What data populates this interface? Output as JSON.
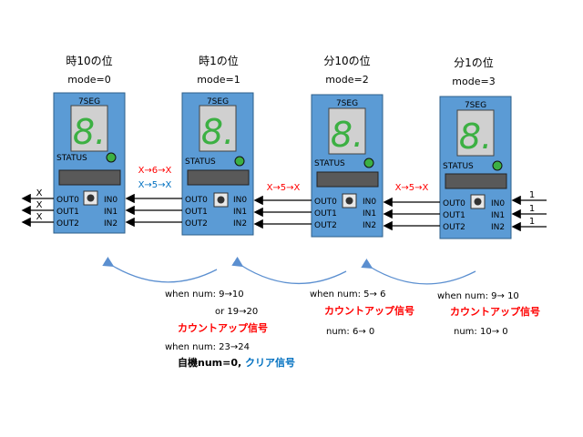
{
  "modules": [
    {
      "digit_label": "時10の位",
      "mode_label": "mode=0",
      "seg_label": "7SEG",
      "segment_glyph": "8.",
      "status_label": "STATUS",
      "out_labels": [
        "OUT0",
        "OUT1",
        "OUT2"
      ],
      "in_labels": [
        "IN0",
        "IN1",
        "IN2"
      ]
    },
    {
      "digit_label": "時1の位",
      "mode_label": "mode=1",
      "seg_label": "7SEG",
      "segment_glyph": "8.",
      "status_label": "STATUS",
      "out_labels": [
        "OUT0",
        "OUT1",
        "OUT2"
      ],
      "in_labels": [
        "IN0",
        "IN1",
        "IN2"
      ]
    },
    {
      "digit_label": "分10の位",
      "mode_label": "mode=2",
      "seg_label": "7SEG",
      "segment_glyph": "8.",
      "status_label": "STATUS",
      "out_labels": [
        "OUT0",
        "OUT1",
        "OUT2"
      ],
      "in_labels": [
        "IN0",
        "IN1",
        "IN2"
      ]
    },
    {
      "digit_label": "分1の位",
      "mode_label": "mode=3",
      "seg_label": "7SEG",
      "segment_glyph": "8.",
      "status_label": "STATUS",
      "out_labels": [
        "OUT0",
        "OUT1",
        "OUT2"
      ],
      "in_labels": [
        "IN0",
        "IN1",
        "IN2"
      ]
    }
  ],
  "left_outputs": [
    "X",
    "X",
    "X"
  ],
  "right_inputs": [
    "1",
    "1",
    "1"
  ],
  "link_labels": {
    "link1_red": "X→6→X",
    "link1_blue": "X→5→X",
    "link2_red": "X→5→X",
    "link3_red": "X→5→X"
  },
  "notes": {
    "hour1_line1": "when num: 9→10",
    "hour1_line2": "or 19→20",
    "hour1_signal": "カウントアップ信号",
    "hour1_line3": "when num: 23→24",
    "hour1_clear_prefix": "自機num=0, ",
    "hour1_clear_signal": "クリア信号",
    "min10_line1": "when num: 5→ 6",
    "min10_signal": "カウントアップ信号",
    "min10_line2": "num: 6→ 0",
    "min1_line1": "when num: 9→ 10",
    "min1_signal": "カウントアップ信号",
    "min1_line2": "num: 10→ 0"
  },
  "colors": {
    "module_fill": "#5b9bd5",
    "module_stroke": "#2e5f8a",
    "display_fill": "#d0d0d0",
    "segment_color": "#3cb043",
    "led_color": "#3cb043",
    "status_bar": "#595959",
    "red_text": "#ff0000",
    "blue_text": "#0070c0",
    "arrow_curve": "#5b8fd0"
  }
}
